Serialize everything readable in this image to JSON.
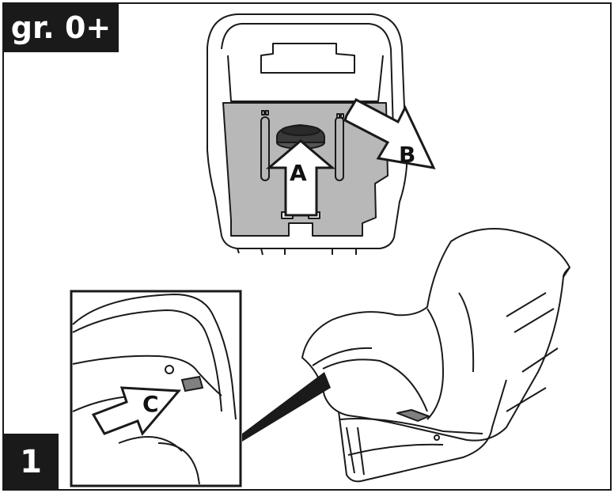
{
  "badges": {
    "group": "gr. 0+",
    "step": "1"
  },
  "arrows": {
    "a": "A",
    "b": "B",
    "c": "C"
  },
  "colors": {
    "ink": "#1a1a1a",
    "panel_gray": "#b8b8b8",
    "background": "#ffffff"
  }
}
